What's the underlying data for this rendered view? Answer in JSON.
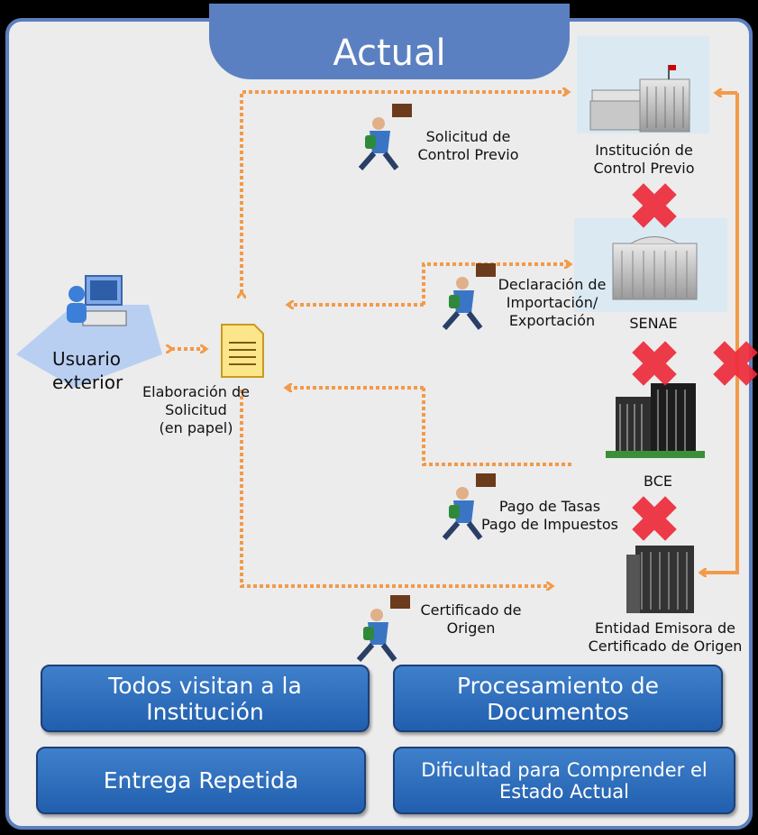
{
  "title": "Actual",
  "user": {
    "label": "Usuario\nexterior"
  },
  "document": {
    "label": "Elaboración de\nSolicitud\n(en papel)"
  },
  "institutions": [
    {
      "id": "control-previo",
      "label": "Institución de\nControl Previo"
    },
    {
      "id": "senae",
      "label": "SENAE"
    },
    {
      "id": "bce",
      "label": "BCE"
    },
    {
      "id": "emisora",
      "label": "Entidad Emisora de\nCertificado de Origen"
    }
  ],
  "flows": [
    {
      "id": "solicitud",
      "label": "Solicitud de\nControl Previo"
    },
    {
      "id": "declaracion",
      "label": "Declaración de\nImportación/\nExportación"
    },
    {
      "id": "pago",
      "label": "Pago de Tasas\nPago de Impuestos"
    },
    {
      "id": "certificado",
      "label": "Certificado de\nOrigen"
    }
  ],
  "issues": [
    "Todos visitan a la\nInstitución",
    "Procesamiento de\nDocumentos",
    "Entrega Repetida",
    "Dificultad para Comprender el\nEstado Actual"
  ],
  "colors": {
    "arrow": "#f39a4a",
    "cross": "#ee2b3b",
    "frame": "#5b7fbe",
    "box": "#2f6ebd"
  }
}
